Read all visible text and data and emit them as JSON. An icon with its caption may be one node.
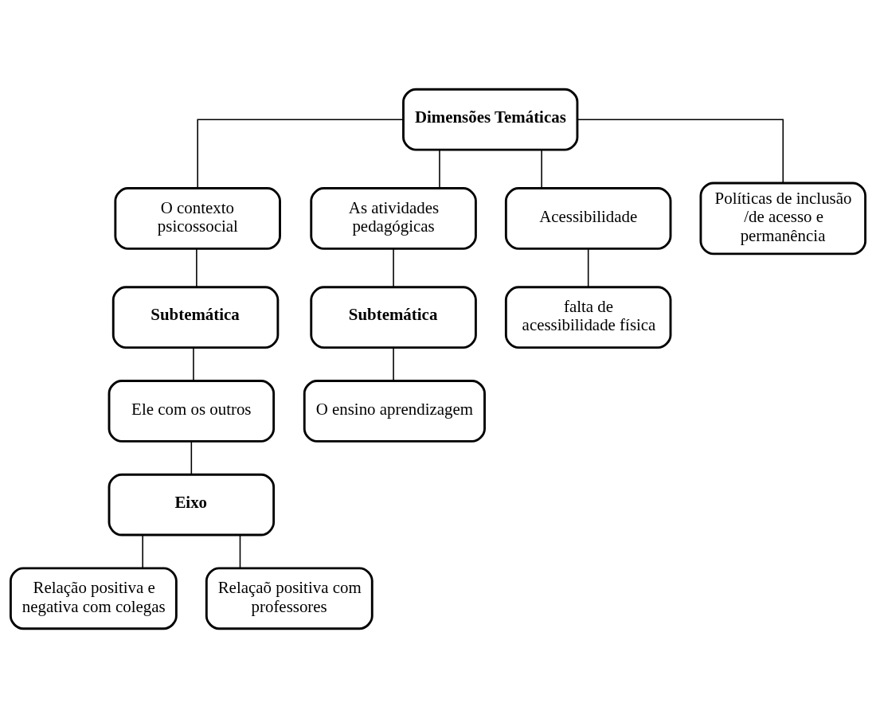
{
  "diagram": {
    "nodes": [
      {
        "text": [
          "Dimensões Temáticas"
        ]
      },
      {
        "text": [
          "O contexto psicossocial"
        ]
      },
      {
        "text": [
          "As atividades pedagógicas"
        ]
      },
      {
        "text": [
          "Acessibilidade"
        ]
      },
      {
        "text": [
          "Políticas de inclusão /de acesso e permanência"
        ]
      },
      {
        "text": [
          "Subtemática"
        ]
      },
      {
        "text": [
          "Subtemática"
        ]
      },
      {
        "text": [
          "falta de acessibilidade física"
        ]
      },
      {
        "text": [
          "Ele com os outros"
        ]
      },
      {
        "text": [
          "O ensino aprendizagem"
        ]
      },
      {
        "text": [
          "Eixo"
        ]
      },
      {
        "text": [
          "Relação positiva e negativa com colegas"
        ]
      },
      {
        "text": [
          "Relaçaõ positiva com professores"
        ]
      }
    ],
    "edges": [
      {
        "from": 0,
        "to": 1,
        "arrow": "none"
      },
      {
        "from": 0,
        "to": 2,
        "arrow": "none"
      },
      {
        "from": 0,
        "to": 3,
        "arrow": "none"
      },
      {
        "from": 0,
        "to": 4,
        "arrow": "none"
      },
      {
        "from": 1,
        "to": 5,
        "arrow": "none"
      },
      {
        "from": 2,
        "to": 6,
        "arrow": "none"
      },
      {
        "from": 3,
        "to": 7,
        "arrow": "none"
      },
      {
        "from": 5,
        "to": 8,
        "arrow": "none"
      },
      {
        "from": 6,
        "to": 9,
        "arrow": "none"
      },
      {
        "from": 8,
        "to": 10,
        "arrow": "none"
      },
      {
        "from": 10,
        "to": 11,
        "arrow": "none"
      },
      {
        "from": 10,
        "to": 12,
        "arrow": "none"
      }
    ]
  }
}
